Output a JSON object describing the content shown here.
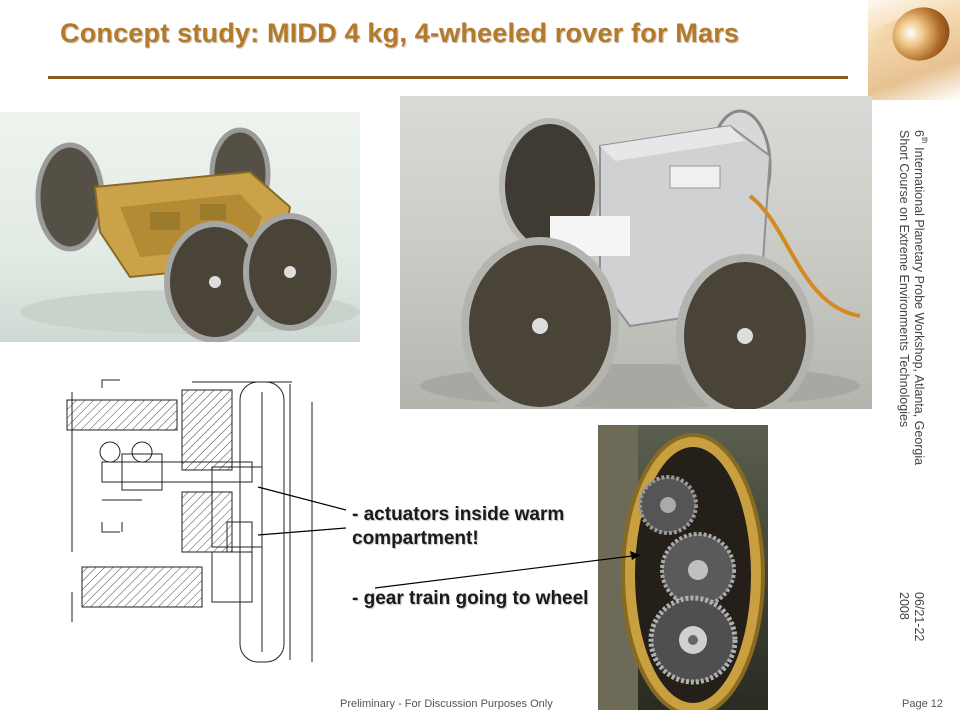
{
  "slide": {
    "title": "Concept study: MIDD 4 kg, 4-wheeled rover for Mars",
    "side_text": {
      "workshop_prefix": "6",
      "workshop_suffix": "th",
      "workshop_line1_rest": " International Planetary Probe Workshop, Atlanta, Georgia",
      "workshop_line2": "Short Course on Extreme Environments Technologies",
      "date_line1": "06/21-22",
      "date_line2": "2008"
    },
    "bullets": [
      "- actuators inside warm compartment!",
      "- gear train going to wheel"
    ],
    "footer": {
      "note": "Preliminary - For Discussion Purposes Only",
      "page": "Page 12"
    }
  },
  "colors": {
    "title": "#b47a2a",
    "rule": "#8a5a1e",
    "gold": "#c8a040",
    "wheel": "#4a4438"
  }
}
